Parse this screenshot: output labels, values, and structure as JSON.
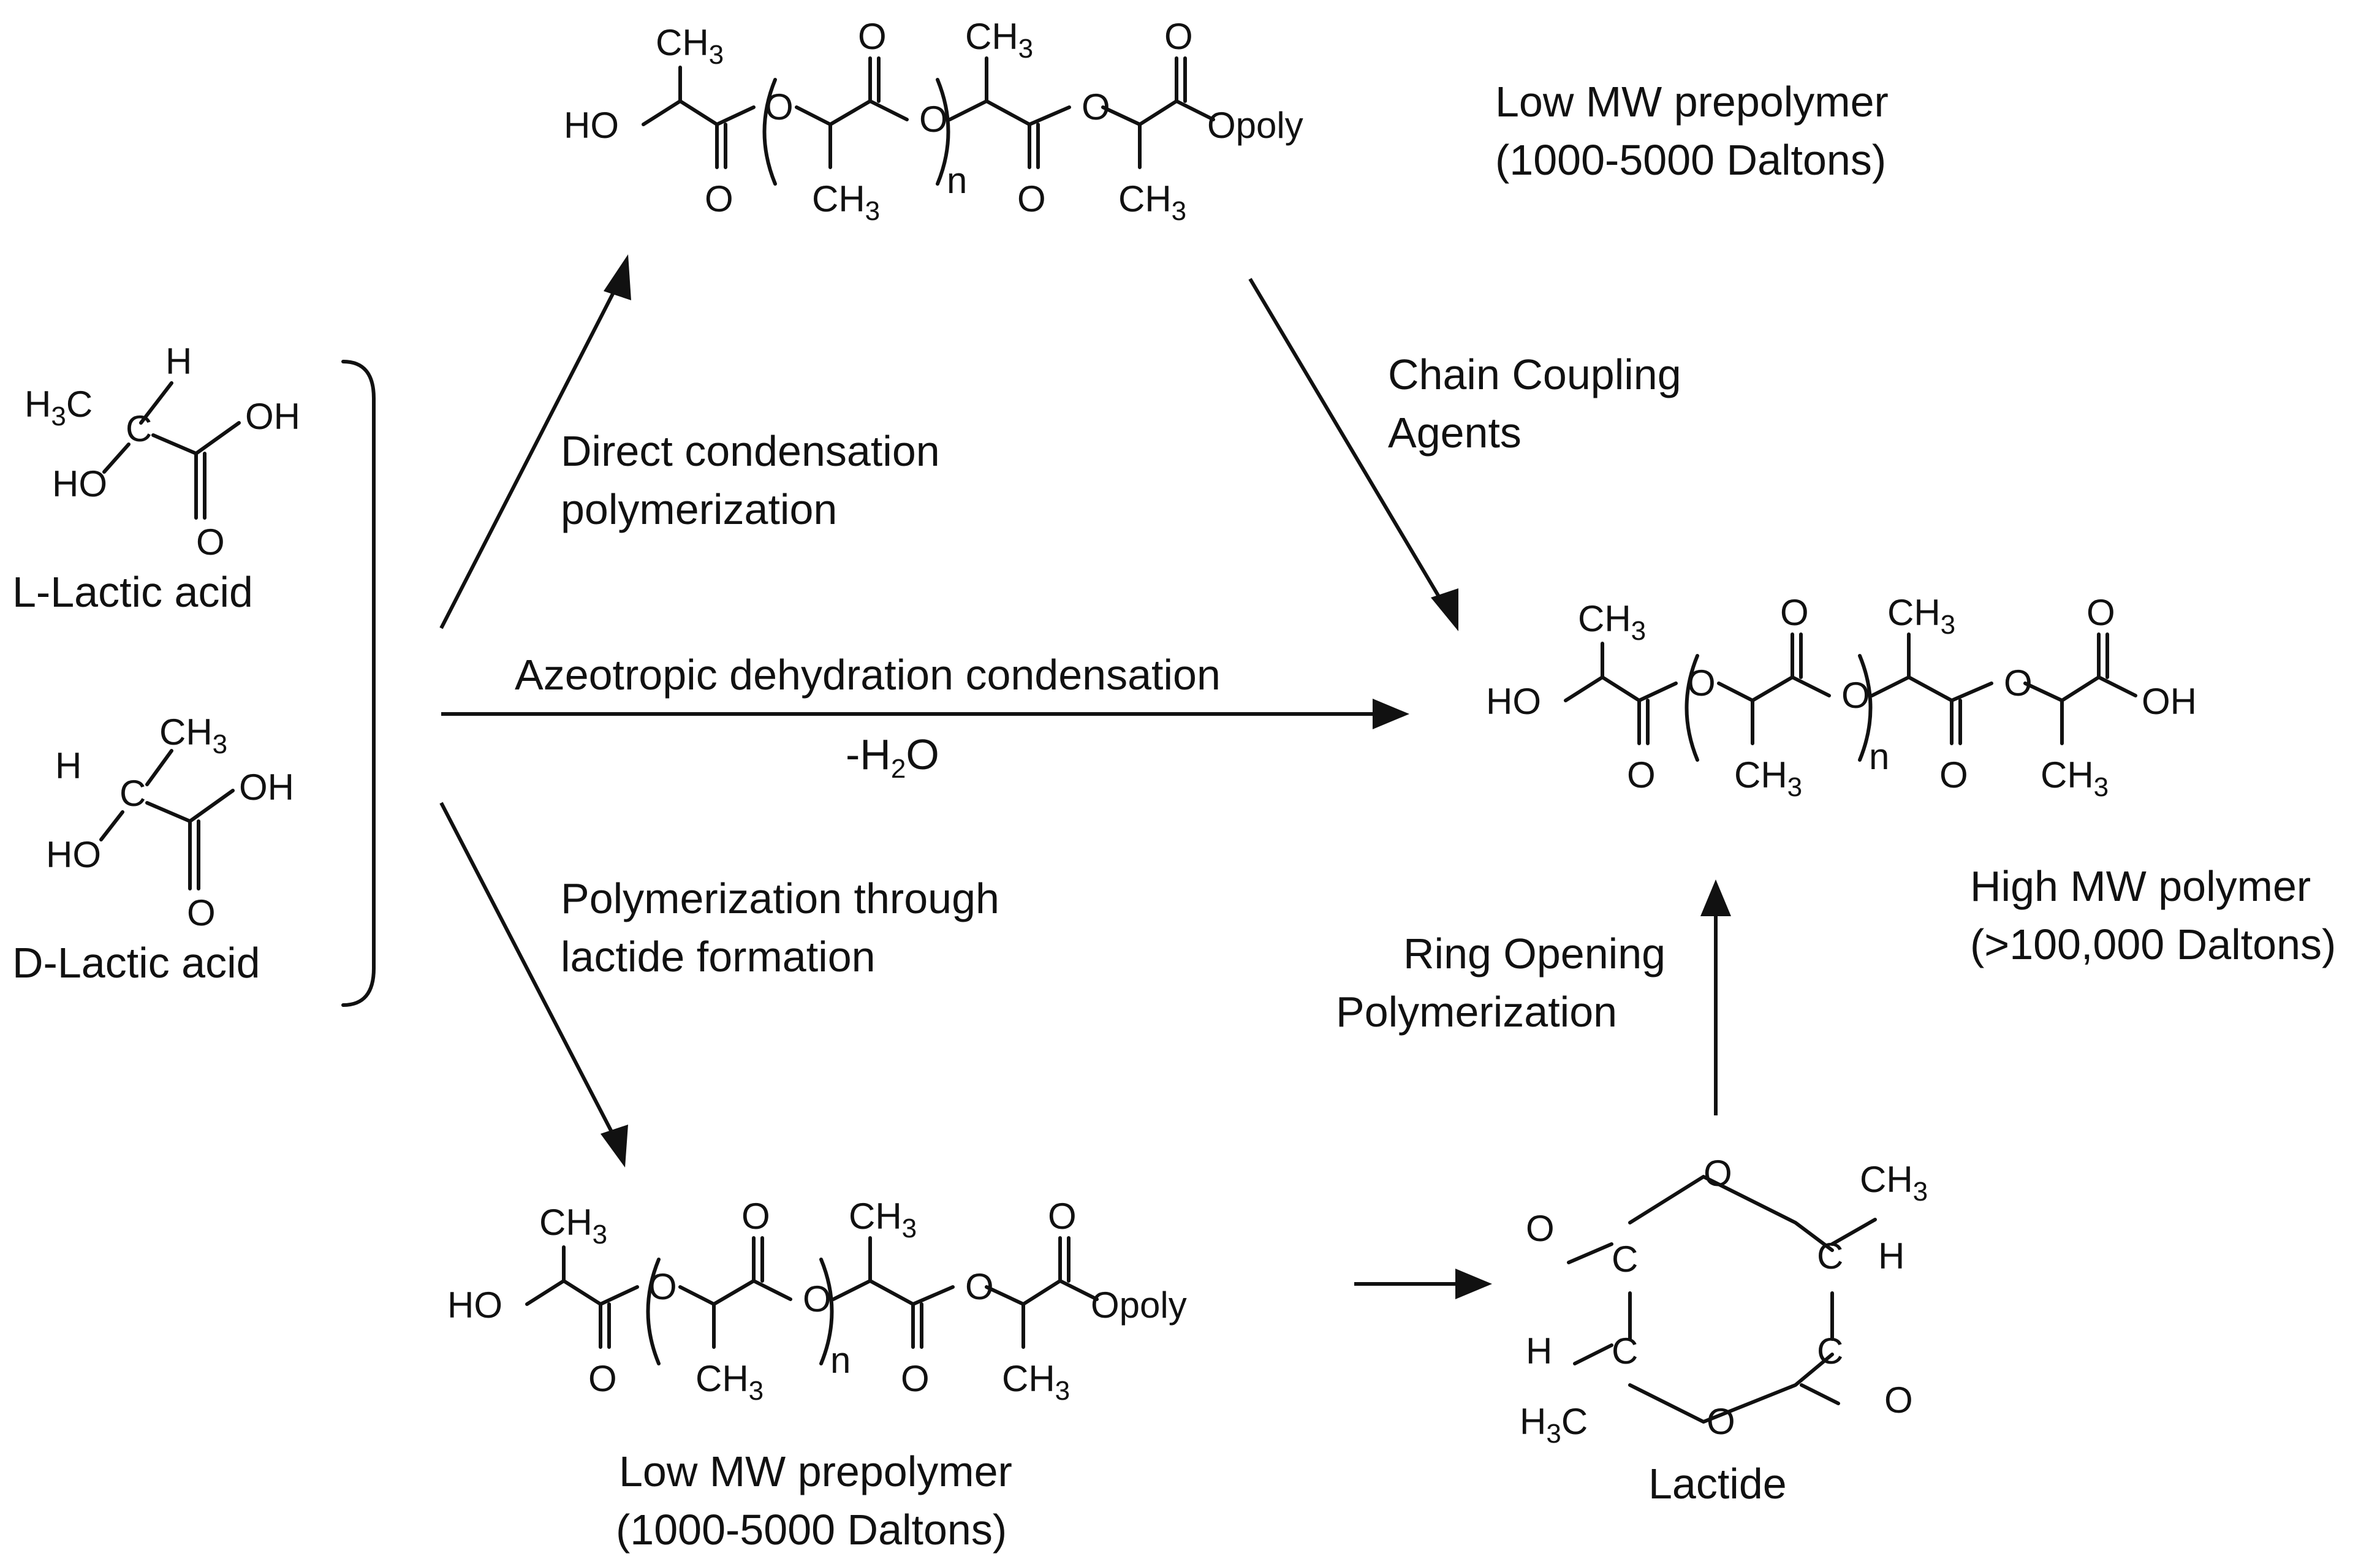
{
  "reactants": {
    "l_lactic": {
      "name": "L-Lactic acid",
      "h": "H",
      "h3c": "H",
      "h3c_sub": "3",
      "h3c_c": "C",
      "c": "C",
      "oh": "OH",
      "ho": "HO",
      "o": "O"
    },
    "d_lactic": {
      "name": "D-Lactic acid",
      "ch3": "CH",
      "ch3_sub": "3",
      "h": "H",
      "c": "C",
      "oh": "OH",
      "ho": "HO",
      "o": "O"
    }
  },
  "routes": {
    "direct": {
      "line1": "Direct condensation",
      "line2": "polymerization"
    },
    "azeotropic": {
      "label": "Azeotropic dehydration condensation",
      "byproduct_main": "-H",
      "byproduct_sub": "2",
      "byproduct_end": "O"
    },
    "lactide_route": {
      "line1": "Polymerization through",
      "line2": "lactide formation"
    },
    "coupling": {
      "line1": "Chain Coupling",
      "line2": "Agents"
    },
    "rop": {
      "line1": "Ring Opening",
      "line2": "Polymerization"
    }
  },
  "products": {
    "top_prepolymer": {
      "line1": "Low MW prepolymer",
      "line2": "(1000-5000 Daltons)",
      "end_group": "Opoly"
    },
    "bottom_prepolymer": {
      "line1": "Low MW prepolymer",
      "line2": "(1000-5000 Daltons)",
      "end_group": "Opoly"
    },
    "high_mw": {
      "line1": "High MW polymer",
      "line2": "(>100,000 Daltons)",
      "end_group": "OH"
    },
    "lactide": {
      "name": "Lactide",
      "ch3": "CH",
      "ch3_sub": "3",
      "h": "H",
      "h3c": "H",
      "h3c_sub": "3",
      "h3c_c": "C",
      "c": "C",
      "o": "O"
    }
  },
  "chain_atoms": {
    "ho": "HO",
    "o": "O",
    "ch3": "CH",
    "ch3_sub": "3",
    "n": "n"
  }
}
